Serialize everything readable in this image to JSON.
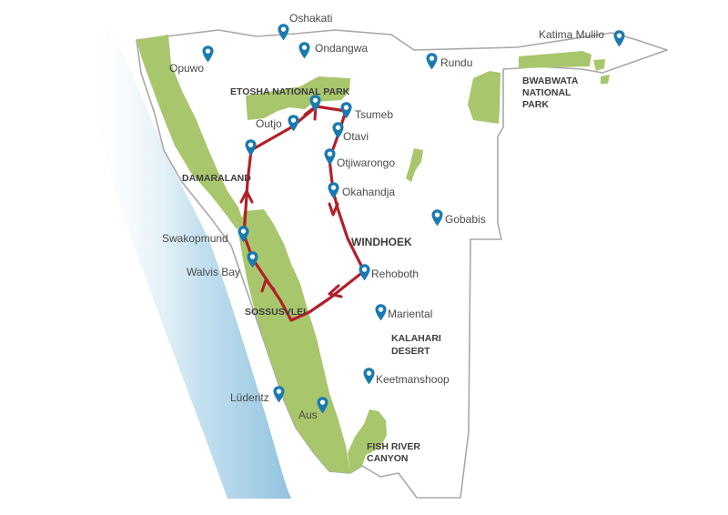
{
  "colors": {
    "ocean": "#8fc4e0",
    "land": "#ffffff",
    "border": "#a8a8a8",
    "parks": "#a8c66c",
    "route": "#b21f2a",
    "marker": "#1a7ab0",
    "text": "#4a4a4a"
  },
  "towns": {
    "oshakati": "Oshakati",
    "ondangwa": "Ondangwa",
    "opuwo": "Opuwo",
    "rundu": "Rundu",
    "katima_mulilo": "Katima Mulilo",
    "outjo": "Outjo",
    "tsumeb": "Tsumeb",
    "otavi": "Otavi",
    "otjiwarongo": "Otjiwarongo",
    "okahandja": "Okahandja",
    "gobabis": "Gobabis",
    "swakopmund": "Swakopmund",
    "walvis_bay": "Walvis Bay",
    "rehoboth": "Rehoboth",
    "mariental": "Mariental",
    "keetmanshoop": "Keetmanshoop",
    "luderitz": "Lüderitz",
    "aus": "Aus"
  },
  "capital": "WINDHOEK",
  "regions": {
    "etosha": "ETOSHA NATIONAL PARK",
    "bwabwata": [
      "BWABWATA",
      "NATIONAL",
      "PARK"
    ],
    "damaraland": "DAMARALAND",
    "sossusvlei": "SOSSUSVLEI",
    "kalahari": [
      "KALAHARI",
      "DESERT"
    ],
    "fish_river": [
      "FISH RIVER",
      "CANYON"
    ]
  }
}
